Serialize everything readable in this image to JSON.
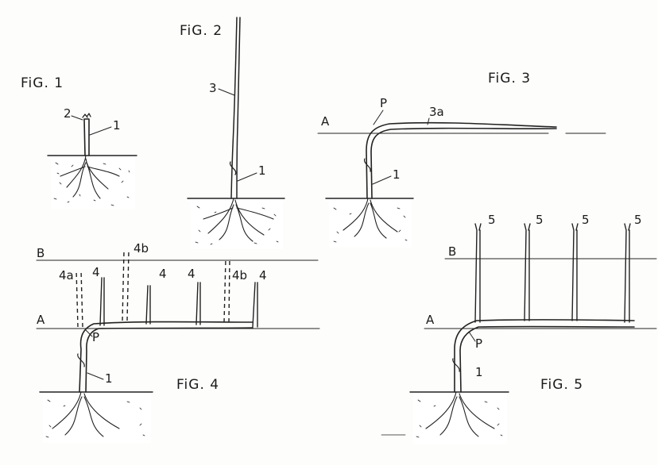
{
  "figures": {
    "fig1": {
      "title": "FiG. 1",
      "labels": {
        "tip": "2",
        "stem": "1"
      }
    },
    "fig2": {
      "title": "FiG. 2",
      "labels": {
        "shoot": "3",
        "stem": "1"
      }
    },
    "fig3": {
      "title": "FiG. 3",
      "labels": {
        "line": "A",
        "bend": "P",
        "shoot": "3a",
        "stem": "1"
      }
    },
    "fig4": {
      "title": "FiG. 4",
      "labels": {
        "line_top": "B",
        "line_bottom": "A",
        "bend": "P",
        "stem": "1",
        "shoot_dashed_left": "4a",
        "shoot": "4",
        "shoot_dashed": "4b"
      }
    },
    "fig5": {
      "title": "FiG. 5",
      "labels": {
        "line_top": "B",
        "line_bottom": "A",
        "bend": "P",
        "stem": "1",
        "cane": "5"
      }
    }
  },
  "colors": {
    "ink": "#222222",
    "paper": "#fdfdfb"
  }
}
